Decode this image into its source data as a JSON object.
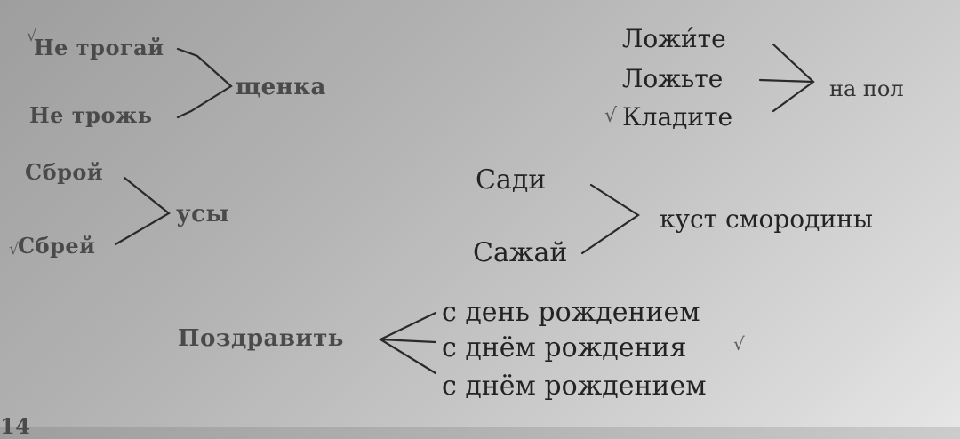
{
  "group1": {
    "options": [
      "Не трогай",
      "Не трожь"
    ],
    "target": "щенка"
  },
  "group2": {
    "options": [
      "Сброй",
      "Сбрей"
    ],
    "target": "усы"
  },
  "group3": {
    "options": [
      "Ложи́те",
      "Ложьте",
      "Кладите"
    ],
    "target": "на пол"
  },
  "group4": {
    "options": [
      "Сади",
      "Сажай"
    ],
    "target": "куст смородины"
  },
  "group5": {
    "source": "Поздравить",
    "options": [
      "с день рождением",
      "с днём рождения",
      "с днём рождением"
    ]
  },
  "marks": {
    "check": "√",
    "page_number": "14"
  }
}
